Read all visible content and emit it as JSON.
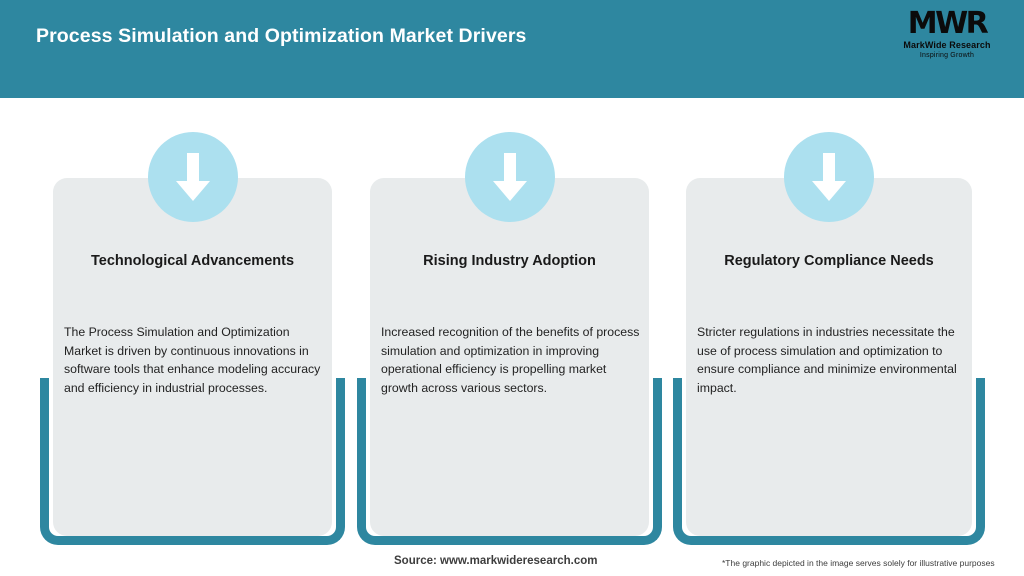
{
  "header": {
    "title": "Process Simulation and Optimization Market Drivers",
    "background_color": "#2e87a0",
    "title_color": "#ffffff",
    "logo": {
      "mark": "MWR",
      "name": "MarkWide Research",
      "tagline": "Inspiring Growth"
    }
  },
  "cards": [
    {
      "icon": "down-arrow-icon",
      "heading": "Technological Advancements",
      "body": "The Process Simulation and Optimization Market is driven by continuous innovations in software tools that enhance modeling accuracy and efficiency in industrial processes."
    },
    {
      "icon": "down-arrow-icon",
      "heading": "Rising Industry Adoption",
      "body": "Increased recognition of the benefits of process simulation and optimization in improving operational efficiency is propelling market growth across various sectors."
    },
    {
      "icon": "down-arrow-icon",
      "heading": "Regulatory Compliance Needs",
      "body": "Stricter regulations in industries necessitate the use of process simulation and optimization to ensure compliance and minimize environmental impact."
    }
  ],
  "footer": {
    "source": "Source: www.markwideresearch.com",
    "disclaimer": "*The graphic depicted in the image serves solely for illustrative purposes"
  },
  "colors": {
    "accent_teal": "#2e87a0",
    "card_fill": "#e8ebec",
    "icon_circle": "#ace0ef",
    "arrow": "#ffffff"
  }
}
